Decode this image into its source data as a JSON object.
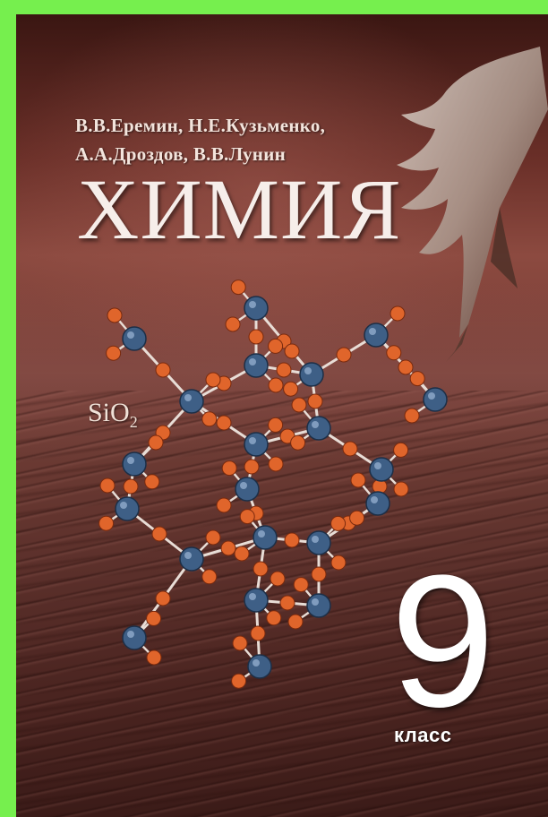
{
  "cover": {
    "authors_line1": "В.В.Еремин, Н.Е.Кузьменко,",
    "authors_line2": "А.А.Дроздов, В.В.Лунин",
    "title": "ХИМИЯ",
    "formula_main": "SiO",
    "formula_sub": "2",
    "grade_number": "9",
    "grade_word": "класс"
  },
  "colors": {
    "border": "#76ef4e",
    "background_dark": "#3a1612",
    "atom_silicon": "#3e5f86",
    "atom_oxygen": "#e0652b",
    "bond": "#e8ddd6"
  },
  "illustration": {
    "molecule": "silicon-dioxide-crystal-lattice",
    "photo": "hand-sculpture",
    "background": "sand-dunes"
  }
}
